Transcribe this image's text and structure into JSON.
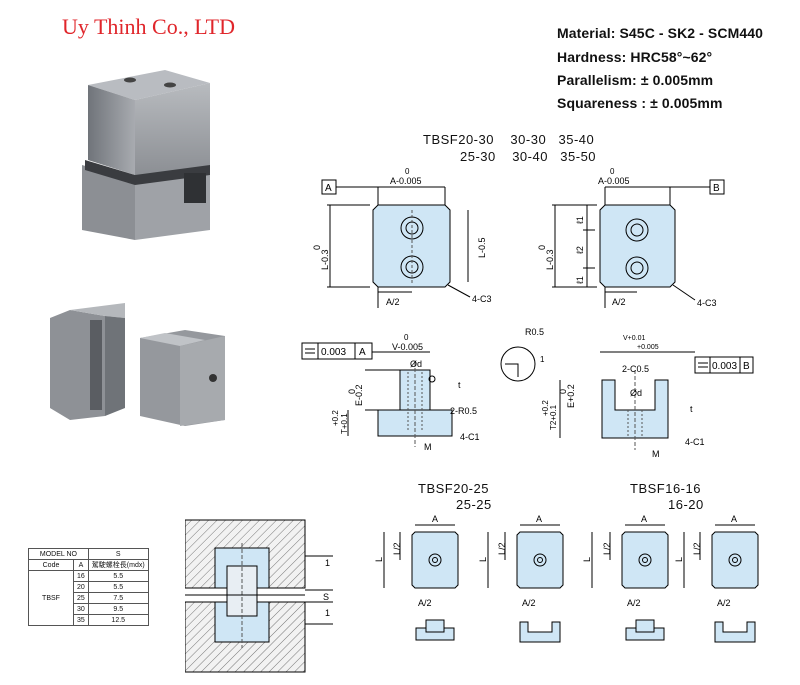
{
  "company": "Uy Thinh Co., LTD",
  "specs": [
    {
      "label": "Material:",
      "value": "S45C - SK2 - SCM440"
    },
    {
      "label": "Hardness:",
      "value": "HRC58°~62°"
    },
    {
      "label": "Parallelism:",
      "value": "± 0.005mm"
    },
    {
      "label": "Squareness :",
      "value": "± 0.005mm"
    }
  ],
  "model_header": {
    "line1": "TBSF20-30    30-30   35-40",
    "line2": "25-30    30-40   35-50"
  },
  "dims": {
    "datum_a": "A",
    "datum_b": "B",
    "a_tol": "A-0.005",
    "zero": "0",
    "l_tol": "L-0.3",
    "l_05": "L-0.5",
    "a_half": "A/2",
    "c3": "4-C3",
    "l1": "ℓ1",
    "l2": "ℓ2",
    "r05": "R0.5",
    "v_tol": "V-0.005",
    "v_plus": "V+0.01",
    "v_plus2": "+0.005",
    "flat_a": "0.003",
    "flat_b": "0.003",
    "d": "Ød",
    "e_tol": "E-0.2",
    "e_plus": "E+0.2",
    "t_tol": "T+0.1",
    "t_plus": "+0.2",
    "t2_tol": "T2+0.1",
    "t2_plus": "+0.2",
    "r2": "2-R0.5",
    "c2": "2-C0.5",
    "c1": "4-C1",
    "m": "M",
    "t": "t",
    "one": "1"
  },
  "bottom_models": {
    "left_line1": "TBSF20-25",
    "left_line2": "25-25",
    "right_line1": "TBSF16-16",
    "right_line2": "16-20",
    "a": "A",
    "l": "L",
    "l_half": "L/2",
    "a_half": "A/2",
    "s": "S"
  },
  "table": {
    "header1": [
      "MODEL NO",
      "S"
    ],
    "header2": [
      "Code",
      "A",
      "駕駛螺栓長(mdx)"
    ],
    "model": "TBSF",
    "rows": [
      [
        "16",
        "5.5"
      ],
      [
        "20",
        "5.5"
      ],
      [
        "25",
        "7.5"
      ],
      [
        "30",
        "9.5"
      ],
      [
        "35",
        "12.5"
      ]
    ]
  },
  "colors": {
    "brand": "#e0262b",
    "part_fill": "#cfe6f5",
    "metal": "#8c8f94"
  }
}
